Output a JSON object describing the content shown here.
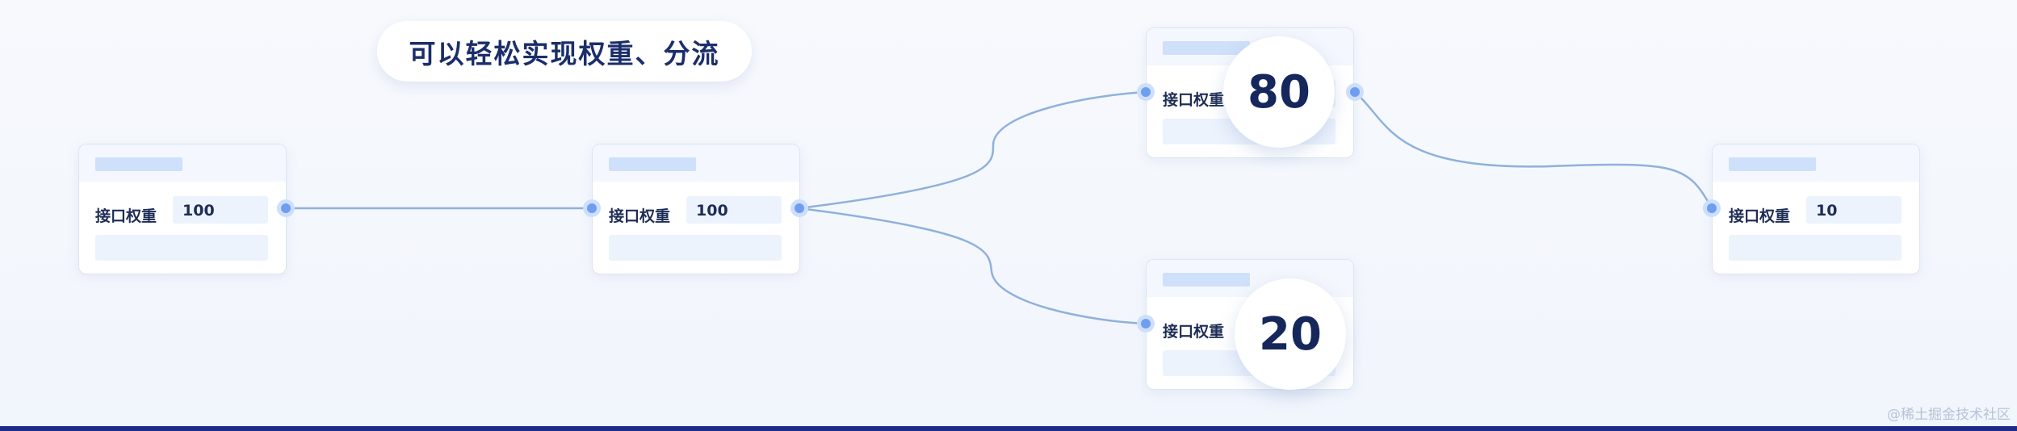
{
  "title": "可以轻松实现权重、分流",
  "nodes": [
    {
      "id": "n1",
      "label": "接口权重",
      "value": "100"
    },
    {
      "id": "n2",
      "label": "接口权重",
      "value": "100"
    },
    {
      "id": "n3",
      "label": "接口权重",
      "value": ""
    },
    {
      "id": "n4",
      "label": "接口权重",
      "value": ""
    },
    {
      "id": "n5",
      "label": "接口权重",
      "value": "10"
    }
  ],
  "bubbles": [
    {
      "node": "n3",
      "value": "80"
    },
    {
      "node": "n4",
      "value": "20"
    }
  ],
  "links": [
    {
      "from": "n1",
      "to": "n2"
    },
    {
      "from": "n2",
      "to": "n3"
    },
    {
      "from": "n2",
      "to": "n4"
    },
    {
      "from": "n3",
      "to": "n5"
    }
  ],
  "colors": {
    "link": "#8fb1dc",
    "port": "#6f9ef0",
    "title": "#1b2e6b"
  },
  "watermark": "@稀土掘金技术社区"
}
